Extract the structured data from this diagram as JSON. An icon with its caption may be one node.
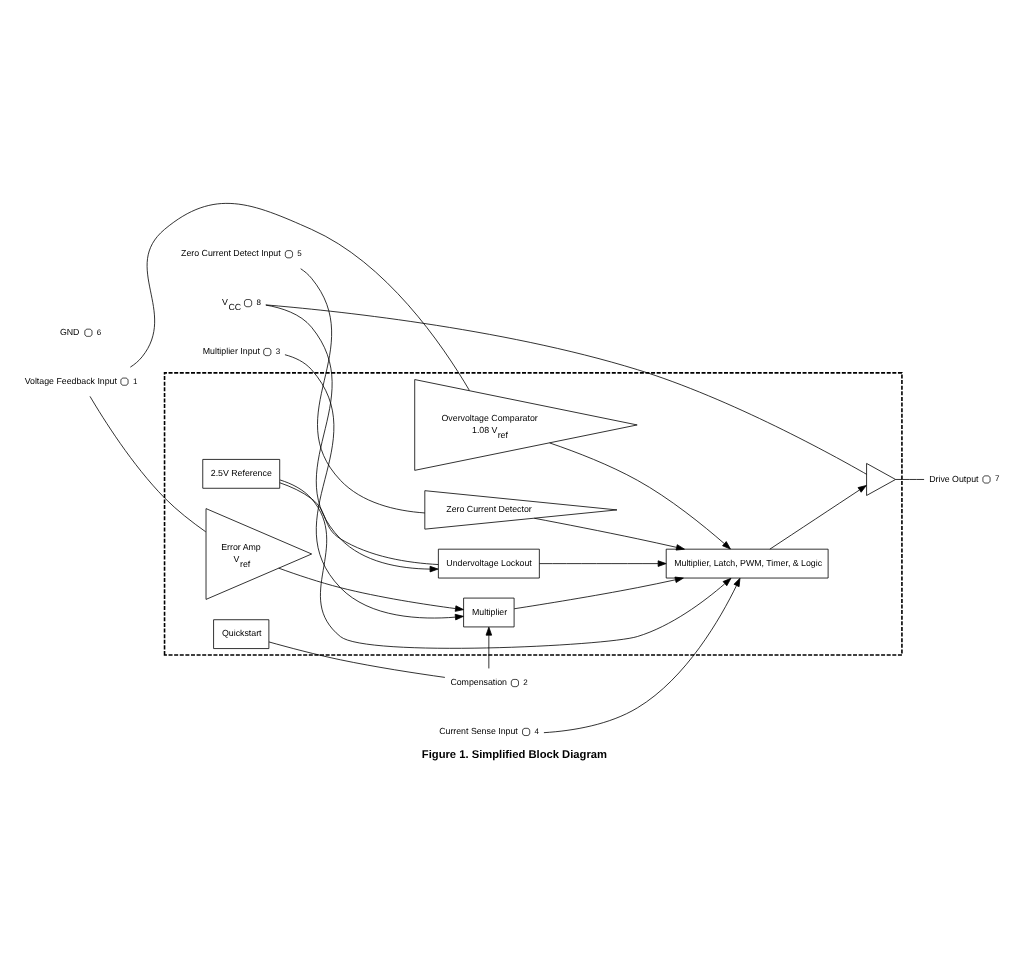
{
  "diagram": {
    "caption": "Figure 1. Simplified Block Diagram",
    "nodes": [
      {
        "text": [],
        "shape": "box"
      },
      {
        "text": [
          "Zero Current Detector"
        ],
        "in": 0
      },
      {
        "text": [
          "Zero Current Detect Input"
        ],
        "beside": [
          "5"
        ]
      },
      {
        "text": [
          "2.5V Reference"
        ],
        "in": 0
      },
      {
        "text": [
          "Undervoltage Lockout"
        ],
        "in": 0
      },
      {
        "text": [
          "V$_{CC}$"
        ],
        "beside": [
          "8"
        ]
      },
      {
        "text": [
          "Multiplier, Latch, PWM, Timer, & Logic"
        ],
        "in": 0
      },
      {
        "text": [],
        "shape": "triangle",
        "in": 0
      },
      {
        "text": [
          "Drive Output"
        ],
        "beside": [
          "7"
        ]
      },
      {
        "text": [
          "Current Sense Input"
        ],
        "beside": [
          "4"
        ]
      },
      {
        "text": [
          "Overvoltage Comparator",
          "1.08 V$_{ref}$"
        ],
        "in": 0
      },
      {
        "text": [
          "Multiplier"
        ],
        "in": 0
      },
      {
        "text": [
          "Error Amp",
          "V$_{ref}$"
        ],
        "in": 0
      },
      {
        "text": [
          "Voltage Feedback Input"
        ],
        "beside": [
          "1"
        ]
      },
      {
        "text": [
          "Quickstart"
        ],
        "in": 0
      },
      {
        "text": [
          "Compensation"
        ],
        "beside": [
          "2"
        ]
      },
      {
        "text": [
          "Multiplier Input"
        ],
        "beside": [
          "3"
        ]
      },
      {
        "text": [
          "GND"
        ],
        "beside": [
          "6"
        ]
      }
    ],
    "edges": [
      {
        "from": 2,
        "to": 1,
        "arrow": "none"
      },
      {
        "from": 1,
        "to": 6,
        "arrow": "to"
      },
      {
        "from": 5,
        "to": 4,
        "arrow": "to"
      },
      {
        "from": 5,
        "to": 7,
        "arrow": "none"
      },
      {
        "from": 3,
        "to": 4,
        "arrow": "none"
      },
      {
        "from": 3,
        "to": 6,
        "arrow": "to"
      },
      {
        "from": 4,
        "to": 6,
        "arrow": "to"
      },
      {
        "from": 6,
        "to": 7,
        "arrow": "to"
      },
      {
        "from": 7,
        "to": 8,
        "arrow": "none"
      },
      {
        "from": 9,
        "to": 6,
        "arrow": "to"
      },
      {
        "from": 10,
        "to": 6,
        "arrow": "to"
      },
      {
        "from": 13,
        "to": 10,
        "arrow": "none"
      },
      {
        "from": 13,
        "to": 12,
        "arrow": "none"
      },
      {
        "from": 12,
        "to": 11,
        "arrow": "to"
      },
      {
        "from": 15,
        "to": 11,
        "arrow": "to"
      },
      {
        "from": 14,
        "to": 15,
        "arrow": "none"
      },
      {
        "from": 16,
        "to": 11,
        "arrow": "to"
      },
      {
        "from": 11,
        "to": 6,
        "arrow": "to"
      }
    ]
  }
}
